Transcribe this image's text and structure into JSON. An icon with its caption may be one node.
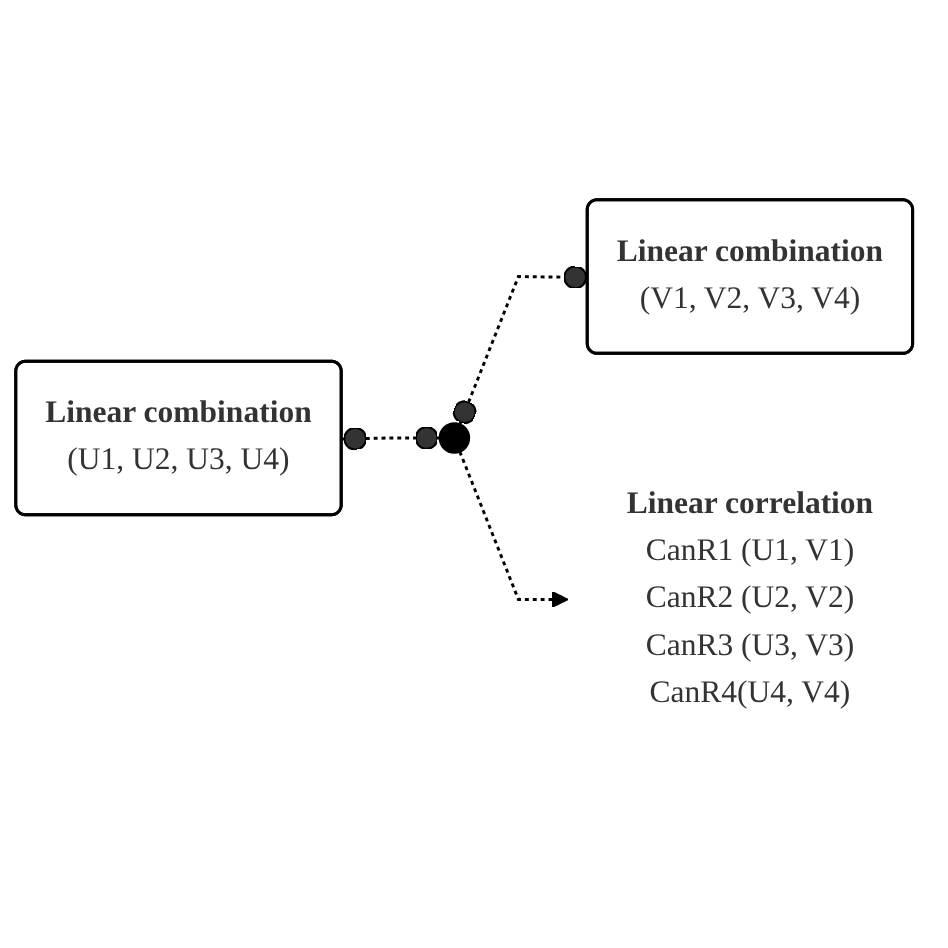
{
  "diagram": {
    "nodes": [
      {
        "text": [
          "Linear combination",
          "(U1, U2, U3, U4)"
        ]
      },
      {
        "text": [
          "Linear combination",
          "(V1, V2, V3, V4)"
        ]
      },
      {
        "text": [],
        "shape": "circle"
      },
      {
        "text": [
          "Linear correlation",
          "CanR1 (U1, V1)",
          "CanR2 (U2, V2)",
          "CanR3 (U3, V3)",
          "CanR4(U4, V4)"
        ]
      }
    ],
    "edges": [
      {
        "from": 0,
        "to": 2,
        "arrow": "other",
        "style": "dashed"
      },
      {
        "from": 2,
        "to": 1,
        "arrow": "other",
        "style": "dashed"
      },
      {
        "from": 2,
        "to": 3,
        "arrow": "to",
        "style": "dashed"
      }
    ]
  }
}
